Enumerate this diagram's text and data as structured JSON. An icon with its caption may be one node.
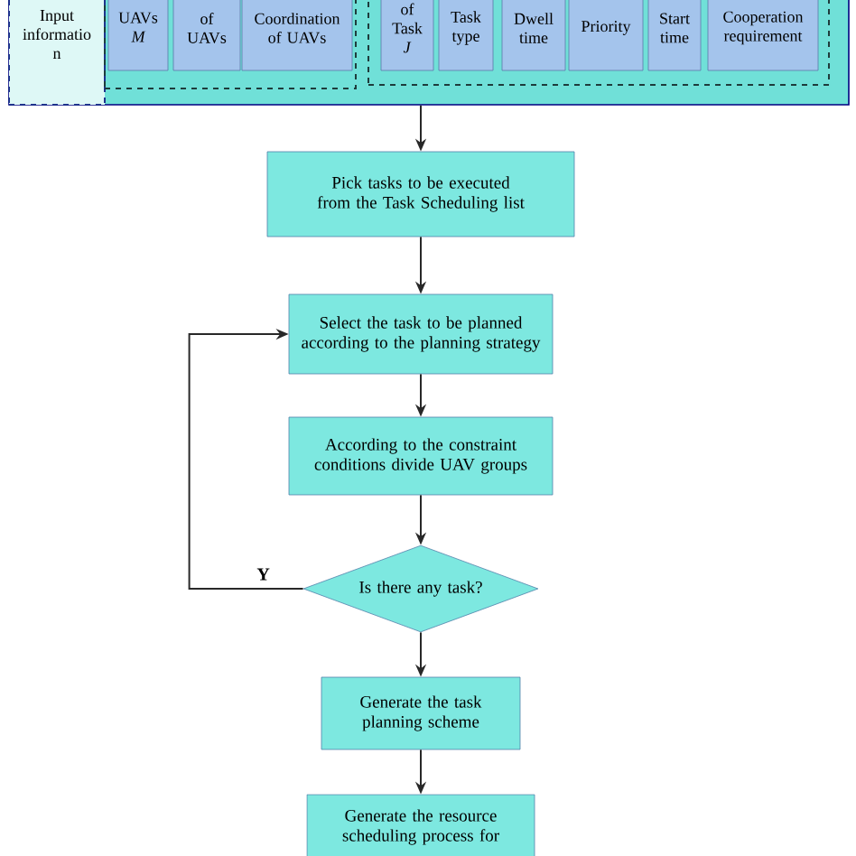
{
  "diagram": {
    "nodes": [
      {
        "text": [],
        "shape": "box"
      },
      {
        "text": [
          "Input informatio n"
        ],
        "in": 0
      },
      {
        "text": [],
        "shape": "box",
        "in": 0
      },
      {
        "text": [
          "UAVs $_{}$*M*"
        ],
        "in": 2
      },
      {
        "text": [
          "of UAVs"
        ],
        "in": 2
      },
      {
        "text": [
          "Coordination of UAVs"
        ],
        "in": 2
      },
      {
        "text": [],
        "shape": "box",
        "in": 0
      },
      {
        "text": [
          "of Task *J*"
        ],
        "in": 6
      },
      {
        "text": [
          "Task type"
        ],
        "in": 6
      },
      {
        "text": [
          "Dwell time"
        ],
        "in": 6
      },
      {
        "text": [
          "Priority"
        ],
        "in": 6
      },
      {
        "text": [
          "Start time"
        ],
        "in": 6
      },
      {
        "text": [
          "Cooperation requirement"
        ],
        "in": 6
      },
      {
        "text": [
          "Pick tasks to be executed from the Task Scheduling list"
        ]
      },
      {
        "text": [
          "Select the task to be planned according to the planning strategy"
        ]
      },
      {
        "text": [
          "According to the constraint conditions divide UAV groups"
        ]
      },
      {
        "text": [
          "Is there any task?"
        ]
      },
      {
        "text": [
          "Generate the task planning scheme"
        ]
      },
      {
        "text": [
          "Generate the resource scheduling process for"
        ]
      }
    ],
    "edges": [
      {
        "from": 0,
        "to": 13,
        "arrow": "to"
      },
      {
        "from": 13,
        "to": 14,
        "arrow": "to"
      },
      {
        "from": 14,
        "to": 15,
        "arrow": "to"
      },
      {
        "from": 15,
        "to": 16,
        "arrow": "to"
      },
      {
        "from": 16,
        "to": 14,
        "arrow": "to",
        "label": "Y"
      },
      {
        "from": 16,
        "to": 17,
        "arrow": "to"
      },
      {
        "from": 17,
        "to": 18,
        "arrow": "to"
      }
    ]
  }
}
